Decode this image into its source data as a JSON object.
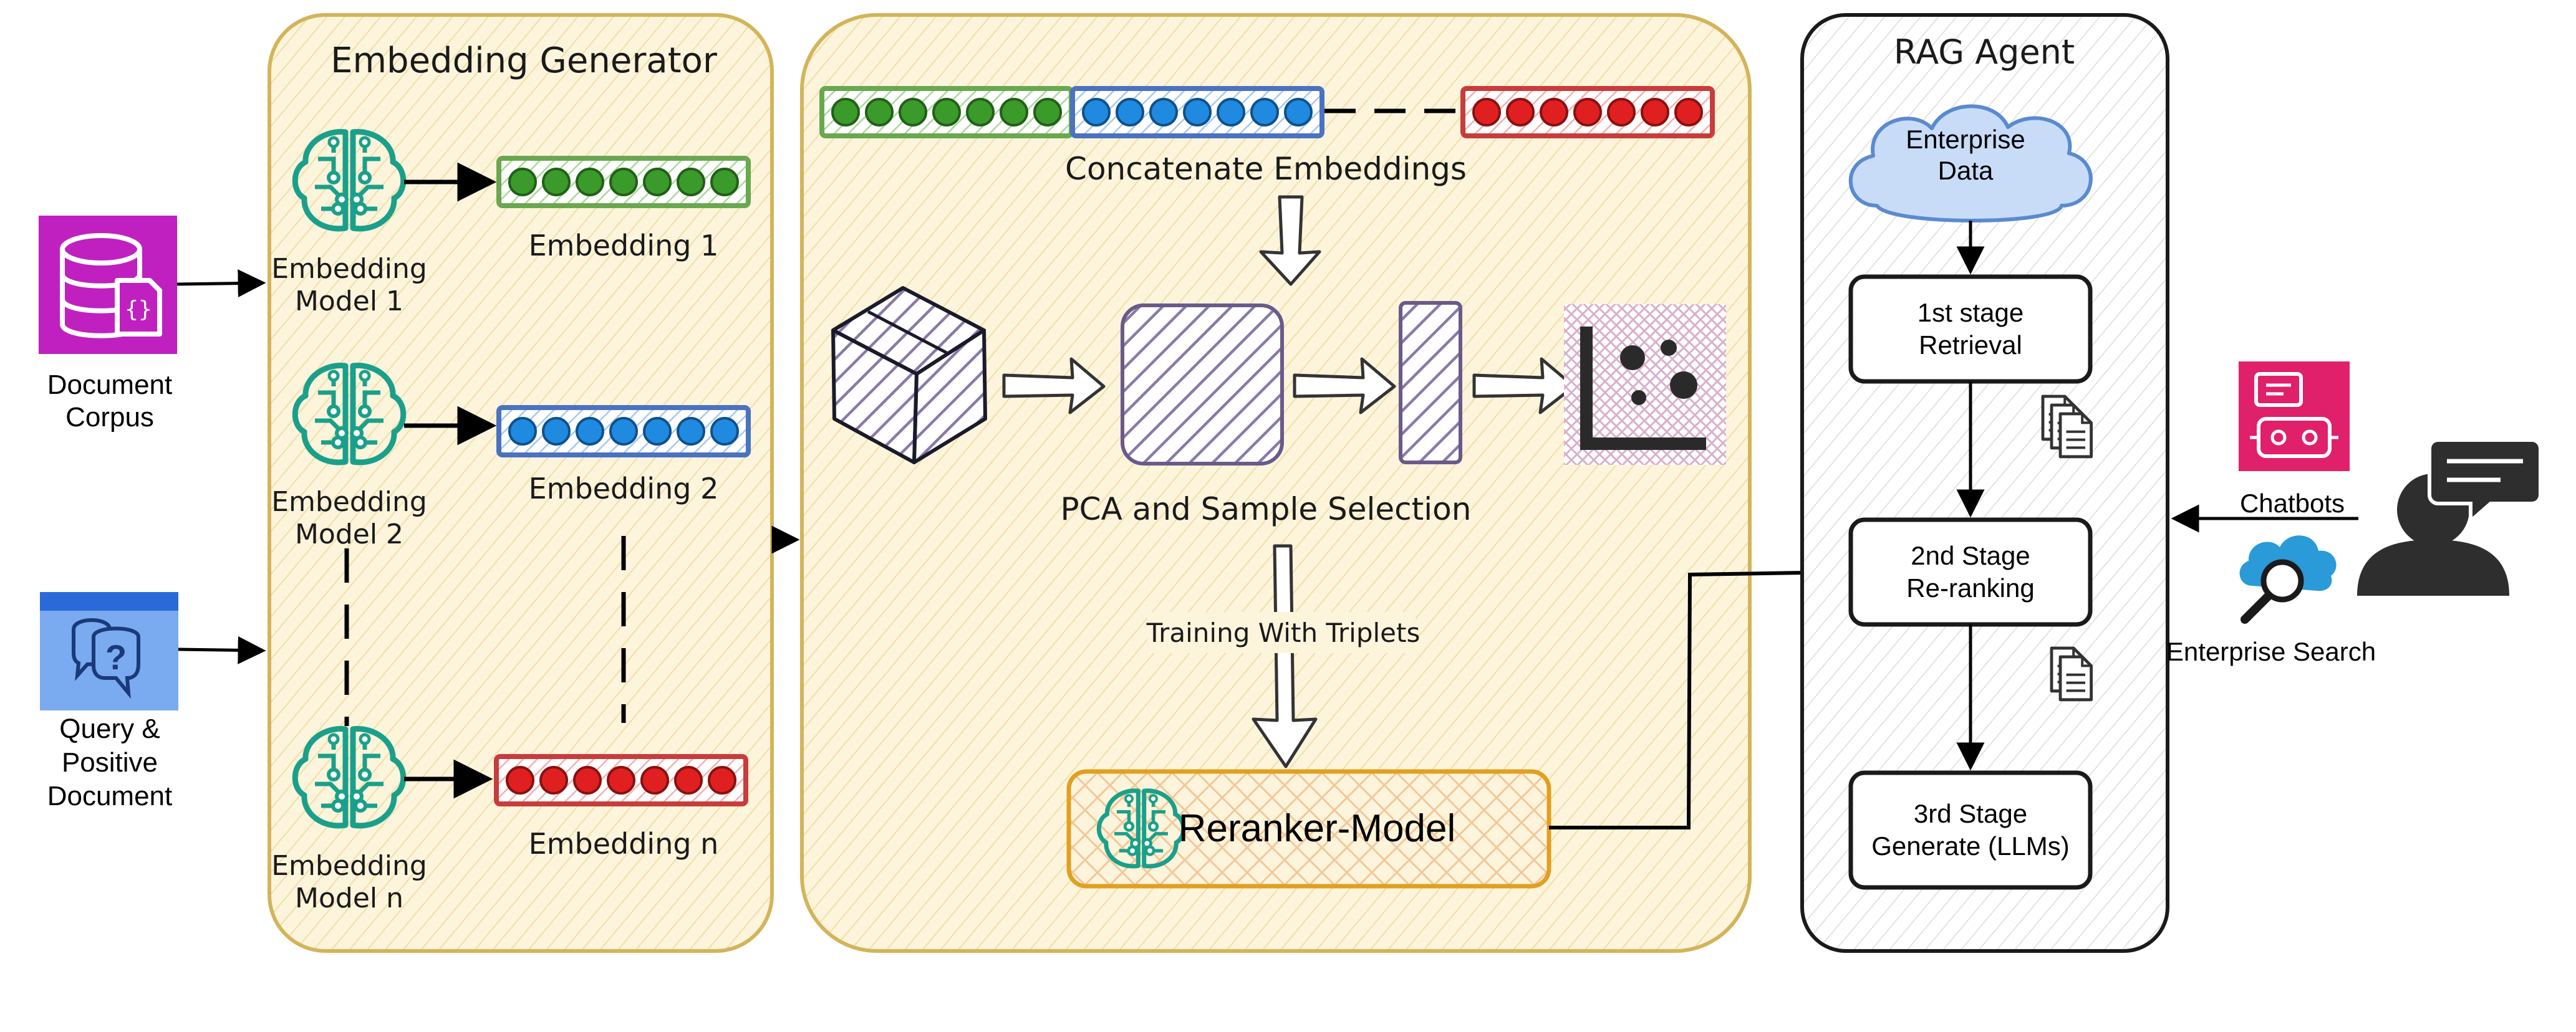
{
  "embedding_generator": {
    "title": "Embedding Generator",
    "inputs": {
      "document_corpus": [
        "Document",
        "Corpus"
      ],
      "query_positive": [
        "Query &",
        "Positive",
        "Document"
      ]
    },
    "models": [
      {
        "label": [
          "Embedding",
          "Model 1"
        ],
        "embedding": "Embedding 1",
        "color": "#3a9a2a"
      },
      {
        "label": [
          "Embedding",
          "Model 2"
        ],
        "embedding": "Embedding 2",
        "color": "#1f8ae0"
      },
      {
        "label": [
          "Embedding",
          "Model n"
        ],
        "embedding": "Embedding n",
        "color": "#e02020"
      }
    ]
  },
  "selection": {
    "concat_label": "Concatenate Embeddings",
    "pca_label": "PCA and Sample Selection",
    "triplets_label": "Training With Triplets",
    "reranker_label": "Reranker-Model"
  },
  "rag_agent": {
    "title": "RAG Agent",
    "enterprise_data": [
      "Enterprise",
      "Data"
    ],
    "stage1": [
      "1st stage",
      "Retrieval"
    ],
    "stage2": [
      "2nd Stage",
      "Re-ranking"
    ],
    "stage3": [
      "3rd Stage",
      "Generate (LLMs)"
    ]
  },
  "users": {
    "chatbots": "Chatbots",
    "enterprise_search": "Enterprise Search"
  },
  "colors": {
    "panel_fill": "#fdf4dc",
    "panel_stroke": "#d4b45a",
    "green": "#3a9a2a",
    "blue": "#1f8ae0",
    "red": "#e02020",
    "teal": "#1aa08a",
    "purple_box": "#7a6a9a",
    "magenta": "#c020c0",
    "pink": "#e0206a",
    "reranker_stroke": "#e0a020"
  }
}
